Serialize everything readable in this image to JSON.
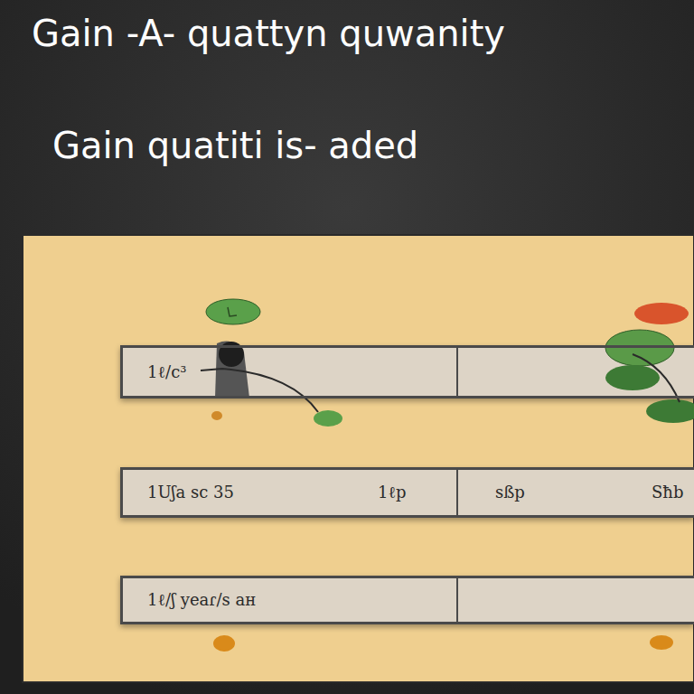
{
  "diagram": {
    "title": "Gain -A- quattyn quwanity",
    "nodes": [
      {
        "text": [
          "1ℓ/c³"
        ]
      },
      {
        "text": [
          "1Uʃa sc 35",
          "1ℓp",
          "sßp",
          "Sħb"
        ]
      },
      {
        "text": [
          "1ℓ/ʃ yeaɾ/s aн"
        ]
      }
    ],
    "labels": [
      "Gain quatiti is- aded"
    ]
  }
}
